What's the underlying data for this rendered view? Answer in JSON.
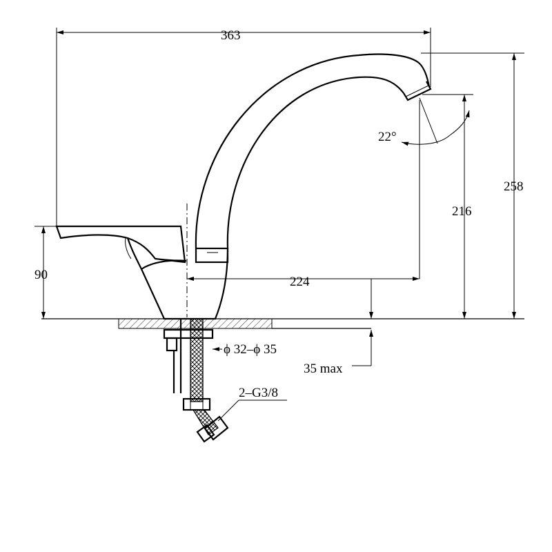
{
  "dimensions": {
    "overall_length": "363",
    "overall_height": "258",
    "spout_height": "216",
    "spout_reach": "224",
    "handle_height": "90",
    "aerator_angle": "22°",
    "mounting_hole": "ϕ 32–ϕ 35",
    "max_deck_thickness": "35 max",
    "connection": "2–G3/8"
  },
  "colors": {
    "line": "#000000",
    "background": "#ffffff"
  }
}
